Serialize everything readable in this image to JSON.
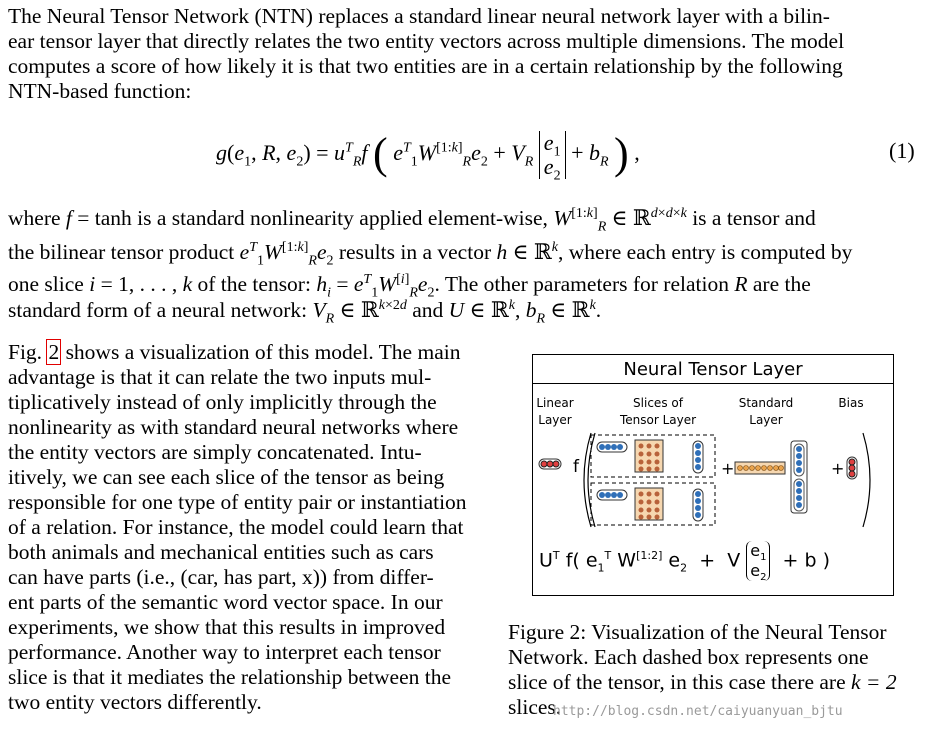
{
  "intro": {
    "line1": "The Neural Tensor Network (NTN) replaces a standard linear neural network layer with a bilin-",
    "line2": "ear tensor layer that directly relates the two entity vectors across multiple dimensions. The model",
    "line3": "computes a score of how likely it is that two entities are in a certain relationship by the following",
    "line4": "NTN-based function:"
  },
  "equation": {
    "lhs": "g(e",
    "number": "(1)"
  },
  "where": {
    "l1a": "where ",
    "l1b": " is a standard nonlinearity applied element-wise, ",
    "l1c": " is a tensor and",
    "l2a": "the bilinear tensor product ",
    "l2b": " results in a vector ",
    "l2c": ", where each entry is computed by",
    "l3a": "one slice ",
    "l3b": " of the tensor: ",
    "l3c": ". The other parameters for relation ",
    "l3d": " are the",
    "l4a": "standard form of a neural network: ",
    "l4b": " and "
  },
  "left_col": {
    "l1a": "Fig. ",
    "ref": "2",
    "l1b": " shows a visualization of this model. The main",
    "l2": "advantage is that it can relate the two inputs mul-",
    "l3": "tiplicatively instead of only implicitly through the",
    "l4": "nonlinearity as with standard neural networks where",
    "l5": "the entity vectors are simply concatenated. Intu-",
    "l6": "itively, we can see each slice of the tensor as being",
    "l7": "responsible for one type of entity pair or instantiation",
    "l8": "of a relation. For instance, the model could learn that",
    "l9": "both animals and mechanical entities such as cars",
    "l10": "can have parts (i.e., (car, has part, x)) from differ-",
    "l11": "ent parts of the semantic word vector space. In our",
    "l12": "experiments, we show that this results in improved",
    "l13": "performance. Another way to interpret each tensor",
    "l14": "slice is that it mediates the relationship between the",
    "l15": "two entity vectors differently."
  },
  "figure": {
    "title": "Neural Tensor Layer",
    "label_linear": "Linear\nLayer",
    "label_slices": "Slices of\nTensor Layer",
    "label_standard": "Standard\nLayer",
    "label_bias": "Bias",
    "f_symbol": "f",
    "plus": "+",
    "colors": {
      "red": "#e04040",
      "blue": "#2f6fb8",
      "orange": "#e8a24c",
      "brown": "#b8623a",
      "slice_bg": "#f6d7b0"
    }
  },
  "caption": {
    "l1": "Figure 2: Visualization of the Neural Tensor",
    "l2": "Network. Each dashed box represents one",
    "l3a": "slice of the tensor, in this case there are ",
    "l3b": "k = 2",
    "l4": "slices."
  },
  "watermark": "http://blog.csdn.net/caiyuanyuan_bjtu"
}
